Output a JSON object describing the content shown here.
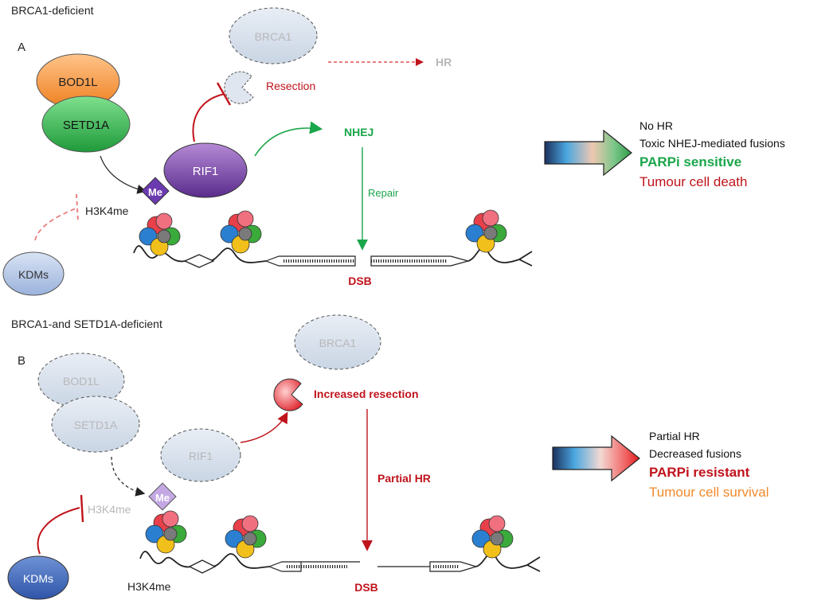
{
  "panel_a": {
    "title": "BRCA1-deficient",
    "letter": "A",
    "bod1l": "BOD1L",
    "setd1a": "SETD1A",
    "brca1": "BRCA1",
    "hr": "HR",
    "resection": "Resection",
    "rif1": "RIF1",
    "nhej": "NHEJ",
    "repair": "Repair",
    "me": "Me",
    "h3k4me": "H3K4me",
    "kdms": "KDMs",
    "dsb": "DSB",
    "outcome": [
      "No HR",
      "Toxic NHEJ-mediated fusions",
      "PARPi sensitive",
      "Tumour cell death"
    ]
  },
  "panel_b": {
    "title": "BRCA1-and SETD1A-deficient",
    "letter": "B",
    "bod1l": "BOD1L",
    "setd1a": "SETD1A",
    "brca1": "BRCA1",
    "increased_resection": "Increased resection",
    "rif1": "RIF1",
    "partial_hr": "Partial HR",
    "me": "Me",
    "h3k4me_faded": "H3K4me",
    "h3k4me": "H3K4me",
    "kdms": "KDMs",
    "dsb": "DSB",
    "outcome": [
      "Partial HR",
      "Decreased fusions",
      "PARPi resistant",
      "Tumour cell survival"
    ]
  },
  "colors": {
    "red": "#c0141c",
    "green": "#1aa64a",
    "faded": "#b8b8b8",
    "orange": "#f08a2c",
    "brca1_fill": "#dfe6ef",
    "kdms_fill": "#a8bde0",
    "kdms_strong": "#3f66b8"
  }
}
